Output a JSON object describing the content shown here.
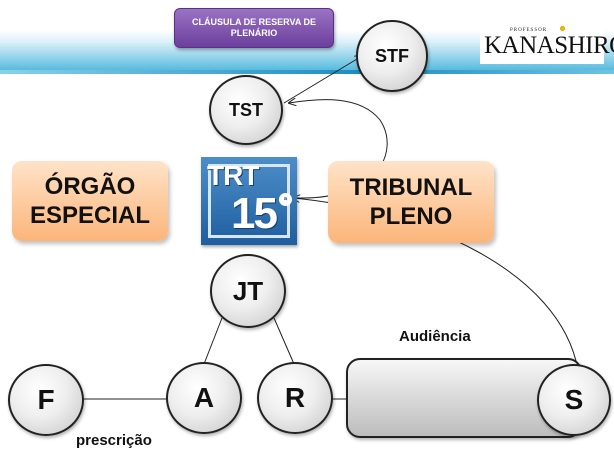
{
  "header": {
    "title": "CLÁUSULA DE RESERVA DE PLENÁRIO"
  },
  "logo": {
    "small_text": "PROFESSOR",
    "name": "KANASHIRO"
  },
  "nodes": {
    "stf": "STF",
    "tst": "TST",
    "jt": "JT",
    "f": "F",
    "a": "A",
    "r": "R",
    "s": "S"
  },
  "boxes": {
    "orgao_especial": "ÓRGÃO\nESPECIAL",
    "tribunal_pleno": "TRIBUNAL\nPLENO"
  },
  "trt_logo": {
    "top": "TRT",
    "number": "15",
    "superscript": "ª"
  },
  "labels": {
    "audiencia": "Audiência",
    "prescricao": "prescrição"
  },
  "colors": {
    "title_box": "#6b3f9c",
    "orange_box": "#fbb57a",
    "header_band": "#4fb7dc",
    "trt_blue": "#1f5e9f"
  }
}
